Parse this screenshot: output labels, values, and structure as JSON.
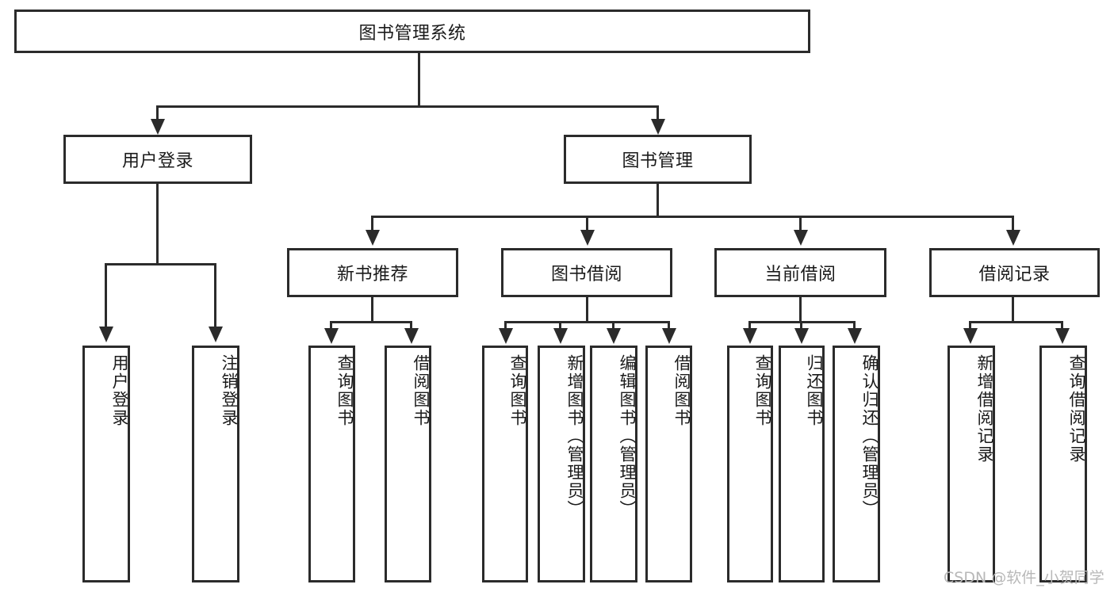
{
  "diagram": {
    "type": "hierarchy-tree",
    "title": "图书管理系统",
    "root": {
      "label": "图书管理系统"
    },
    "level2": [
      {
        "label": "用户登录"
      },
      {
        "label": "图书管理"
      }
    ],
    "level3": [
      {
        "label": "新书推荐"
      },
      {
        "label": "图书借阅"
      },
      {
        "label": "当前借阅"
      },
      {
        "label": "借阅记录"
      }
    ],
    "leaves": {
      "user_login": [
        {
          "label": "用户登录"
        },
        {
          "label": "注销登录"
        }
      ],
      "new_book_recommend": [
        {
          "label": "查询图书"
        },
        {
          "label": "借阅图书"
        }
      ],
      "book_borrow": [
        {
          "label": "查询图书"
        },
        {
          "label": "新增图书（管理员）"
        },
        {
          "label": "编辑图书（管理员）"
        },
        {
          "label": "借阅图书"
        }
      ],
      "current_borrow": [
        {
          "label": "查询图书"
        },
        {
          "label": "归还图书"
        },
        {
          "label": "确认归还（管理员）"
        }
      ],
      "borrow_record": [
        {
          "label": "新增借阅记录"
        },
        {
          "label": "查询借阅记录"
        }
      ]
    }
  },
  "watermark": {
    "text": "CSDN @软件_小贺同学"
  },
  "colors": {
    "stroke": "#2b2b2b",
    "background": "#ffffff",
    "text": "#1a1a1a",
    "watermark": "#b8b8b8"
  }
}
